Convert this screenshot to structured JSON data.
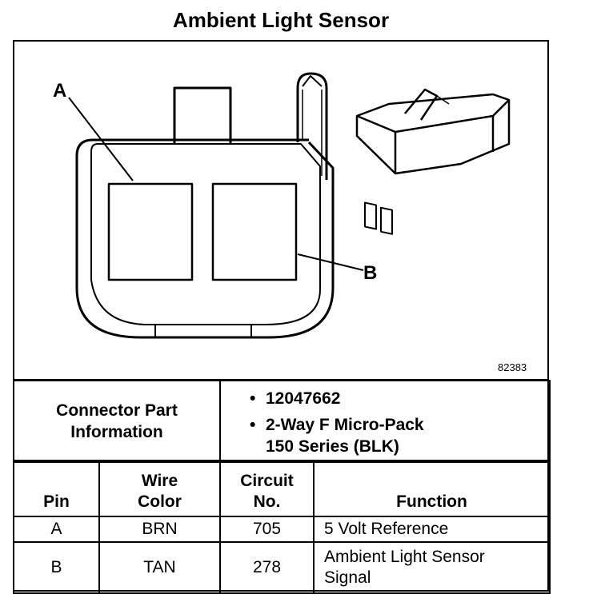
{
  "title": "Ambient Light Sensor",
  "callouts": {
    "a": "A",
    "b": "B"
  },
  "figure_number": "82383",
  "connector_info": {
    "label_line1": "Connector Part",
    "label_line2": "Information",
    "items": [
      "12047662",
      "2-Way F Micro-Pack",
      "150 Series (BLK)"
    ]
  },
  "pin_table": {
    "headers": {
      "pin": "Pin",
      "wire_color_line1": "Wire",
      "wire_color_line2": "Color",
      "circuit_line1": "Circuit",
      "circuit_line2": "No.",
      "function": "Function"
    },
    "rows": [
      {
        "pin": "A",
        "wire_color": "BRN",
        "circuit": "705",
        "function_line1": "5 Volt Reference",
        "function_line2": ""
      },
      {
        "pin": "B",
        "wire_color": "TAN",
        "circuit": "278",
        "function_line1": "Ambient Light Sensor",
        "function_line2": "Signal"
      }
    ]
  }
}
